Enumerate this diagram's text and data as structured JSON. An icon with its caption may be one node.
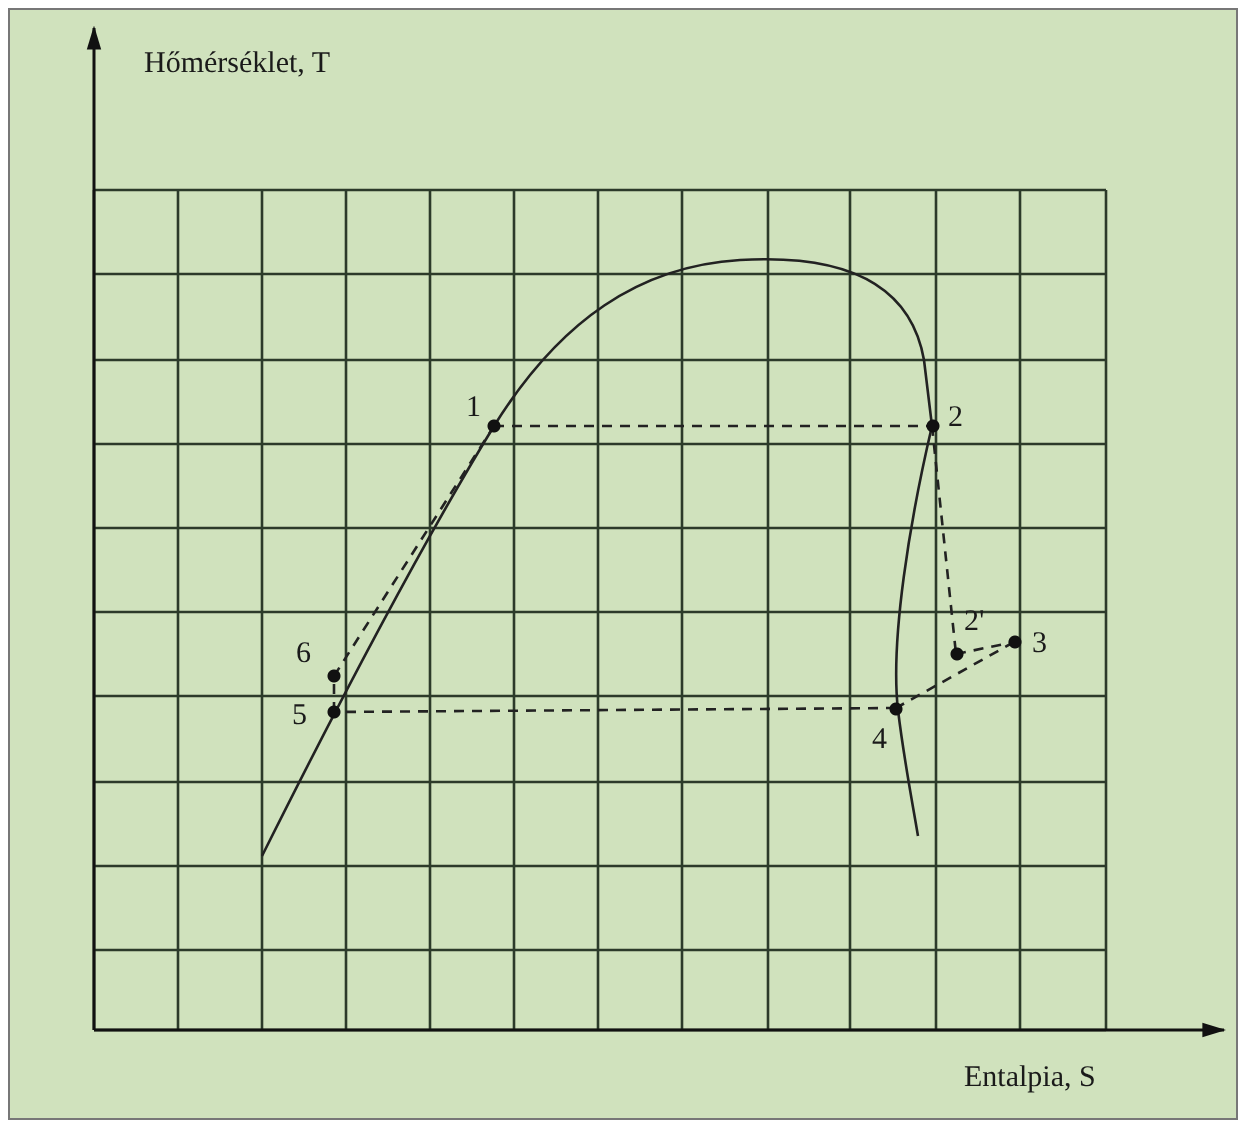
{
  "diagram": {
    "nodes": [
      {
        "text": [
          "1"
        ]
      },
      {
        "text": [
          "2"
        ]
      },
      {
        "text": [
          "2'"
        ]
      },
      {
        "text": [
          "3"
        ]
      },
      {
        "text": [
          "4"
        ]
      },
      {
        "text": [
          "5"
        ]
      },
      {
        "text": [
          "6"
        ]
      }
    ],
    "edges": [
      {
        "from": 0,
        "to": 1,
        "arrow": "none",
        "style": "dashed"
      },
      {
        "from": 1,
        "to": 2,
        "arrow": "none",
        "style": "dashed"
      },
      {
        "from": 2,
        "to": 3,
        "arrow": "none",
        "style": "dashed"
      },
      {
        "from": 3,
        "to": 4,
        "arrow": "none",
        "style": "dashed"
      },
      {
        "from": 4,
        "to": 5,
        "arrow": "none",
        "style": "dashed"
      },
      {
        "from": 5,
        "to": 6,
        "arrow": "none",
        "style": "dashed"
      },
      {
        "from": 6,
        "to": 0,
        "arrow": "none",
        "style": "dashed"
      }
    ],
    "labels": [
      "Hőmérséklet, T",
      "Entalpia, S"
    ]
  }
}
